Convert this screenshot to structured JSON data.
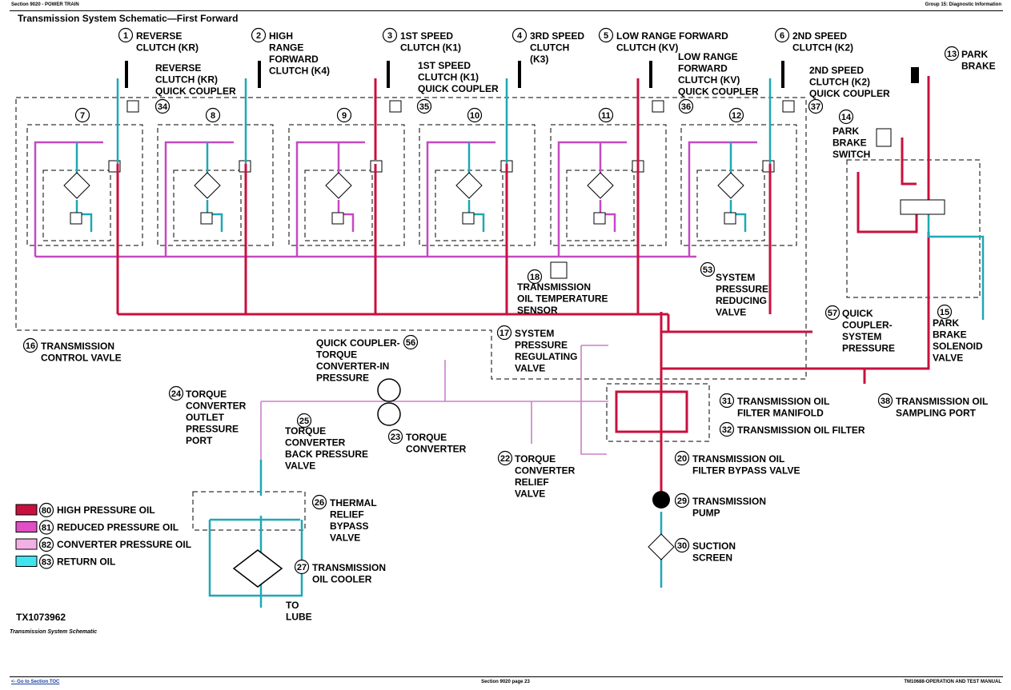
{
  "header": {
    "section": "Section 9020 - POWER TRAIN",
    "group": "Group 15: Diagnostic Information"
  },
  "title": "Transmission System Schematic—First Forward",
  "figure_id": "TX1073962",
  "caption": "Transmission System Schematic",
  "footer": {
    "link": "<- Go to Section TOC",
    "page": "Section 9020 page 23",
    "manual": "TM10688-OPERATION AND TEST MANUAL"
  },
  "legend": [
    {
      "num": "80",
      "label": "HIGH PRESSURE OIL",
      "color": "#c8103e"
    },
    {
      "num": "81",
      "label": "REDUCED PRESSURE OIL",
      "color": "#e04fc4"
    },
    {
      "num": "82",
      "label": "CONVERTER PRESSURE OIL",
      "color": "#f2b0e4"
    },
    {
      "num": "83",
      "label": "RETURN OIL",
      "color": "#3fe4ee"
    }
  ],
  "clutches": [
    {
      "num": "1",
      "lines": [
        "REVERSE",
        "CLUTCH (KR)"
      ]
    },
    {
      "num": "2",
      "lines": [
        "HIGH",
        "RANGE",
        "FORWARD",
        "CLUTCH (K4)"
      ]
    },
    {
      "num": "3",
      "lines": [
        "1ST SPEED",
        "CLUTCH (K1)"
      ]
    },
    {
      "num": "4",
      "lines": [
        "3RD SPEED",
        "CLUTCH",
        "(K3)"
      ]
    },
    {
      "num": "5",
      "lines": [
        "LOW RANGE FORWARD",
        "CLUTCH (KV)"
      ]
    },
    {
      "num": "6",
      "lines": [
        "2ND SPEED",
        "CLUTCH (K2)"
      ]
    }
  ],
  "couplers": [
    {
      "lines": [
        "REVERSE",
        "CLUTCH (KR)",
        "QUICK COUPLER"
      ]
    },
    {
      "lines": [
        "1ST SPEED",
        "CLUTCH (K1)",
        "QUICK COUPLER"
      ]
    },
    {
      "lines": [
        "LOW RANGE",
        "FORWARD",
        "CLUTCH (KV)",
        "QUICK COUPLER"
      ]
    },
    {
      "lines": [
        "2ND SPEED",
        "CLUTCH (K2)",
        "QUICK COUPLER"
      ]
    }
  ],
  "valve_numbers": [
    "7",
    "8",
    "9",
    "10",
    "11",
    "12"
  ],
  "port_numbers": [
    "34",
    "35",
    "36",
    "37"
  ],
  "components": [
    {
      "num": "13",
      "lines": [
        "PARK",
        "BRAKE"
      ]
    },
    {
      "num": "14",
      "lines": [
        "PARK",
        "BRAKE",
        "SWITCH"
      ]
    },
    {
      "num": "15",
      "lines": [
        "PARK",
        "BRAKE",
        "SOLENOID",
        "VALVE"
      ]
    },
    {
      "num": "16",
      "lines": [
        "TRANSMISSION",
        "CONTROL VAVLE"
      ]
    },
    {
      "num": "17",
      "lines": [
        "SYSTEM",
        "PRESSURE",
        "REGULATING",
        "VALVE"
      ]
    },
    {
      "num": "18",
      "lines": [
        "TRANSMISSION",
        "OIL TEMPERATURE",
        "SENSOR"
      ]
    },
    {
      "num": "53",
      "lines": [
        "SYSTEM",
        "PRESSURE",
        "REDUCING",
        "VALVE"
      ]
    },
    {
      "num": "56",
      "lines": [
        "QUICK COUPLER-",
        "TORQUE",
        "CONVERTER-IN",
        "PRESSURE"
      ]
    },
    {
      "num": "57",
      "lines": [
        "QUICK",
        "COUPLER-",
        "SYSTEM",
        "PRESSURE"
      ]
    },
    {
      "num": "38",
      "lines": [
        "TRANSMISSION OIL",
        "SAMPLING PORT"
      ]
    },
    {
      "num": "31",
      "lines": [
        "TRANSMISSION OIL",
        "FILTER MANIFOLD"
      ]
    },
    {
      "num": "32",
      "lines": [
        "TRANSMISSION OIL FILTER"
      ]
    },
    {
      "num": "20",
      "lines": [
        "TRANSMISSION OIL",
        "FILTER BYPASS VALVE"
      ]
    },
    {
      "num": "29",
      "lines": [
        "TRANSMISSION",
        "PUMP"
      ]
    },
    {
      "num": "30",
      "lines": [
        "SUCTION",
        "SCREEN"
      ]
    },
    {
      "num": "22",
      "lines": [
        "TORQUE",
        "CONVERTER",
        "RELIEF",
        "VALVE"
      ]
    },
    {
      "num": "23",
      "lines": [
        "TORQUE",
        "CONVERTER"
      ]
    },
    {
      "num": "24",
      "lines": [
        "TORQUE",
        "CONVERTER",
        "OUTLET",
        "PRESSURE",
        "PORT"
      ]
    },
    {
      "num": "25",
      "lines": [
        "TORQUE",
        "CONVERTER",
        "BACK PRESSURE",
        "VALVE"
      ]
    },
    {
      "num": "26",
      "lines": [
        "THERMAL",
        "RELIEF",
        "BYPASS",
        "VALVE"
      ]
    },
    {
      "num": "27",
      "lines": [
        "TRANSMISSION",
        "OIL COOLER"
      ]
    }
  ],
  "to_lube": [
    "TO",
    "LUBE"
  ]
}
